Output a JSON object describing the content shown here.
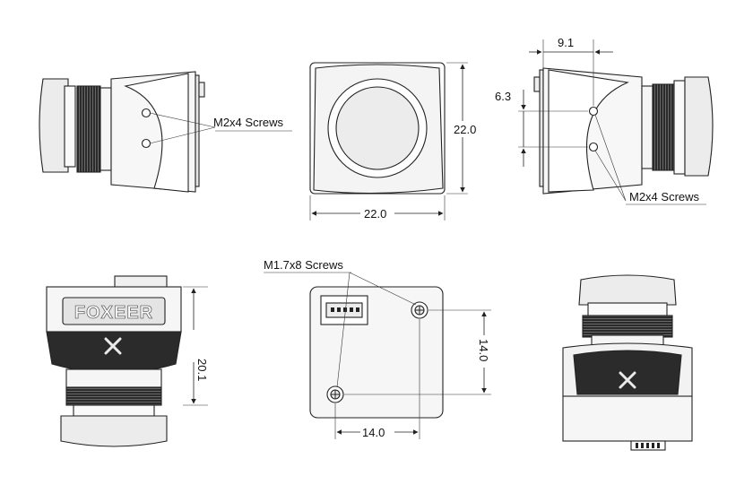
{
  "labels": {
    "side_screws_left": "M2x4 Screws",
    "side_screws_right": "M2x4 Screws",
    "rear_screws": "M1.7x8 Screws",
    "brand": "FOXEER"
  },
  "dimensions": {
    "front_width": "22.0",
    "front_height": "22.0",
    "depth_offset": "9.1",
    "hole_spacing_side": "6.3",
    "body_height": "20.1",
    "rear_hole_h": "14.0",
    "rear_hole_v": "14.0"
  },
  "colors": {
    "line": "#222222",
    "body_fill": "#f2f2f2",
    "dark_fill": "#2b2b2b",
    "lens_fill": "#e8e8e8"
  },
  "icons": {
    "logo": "foxeer-x-icon"
  }
}
